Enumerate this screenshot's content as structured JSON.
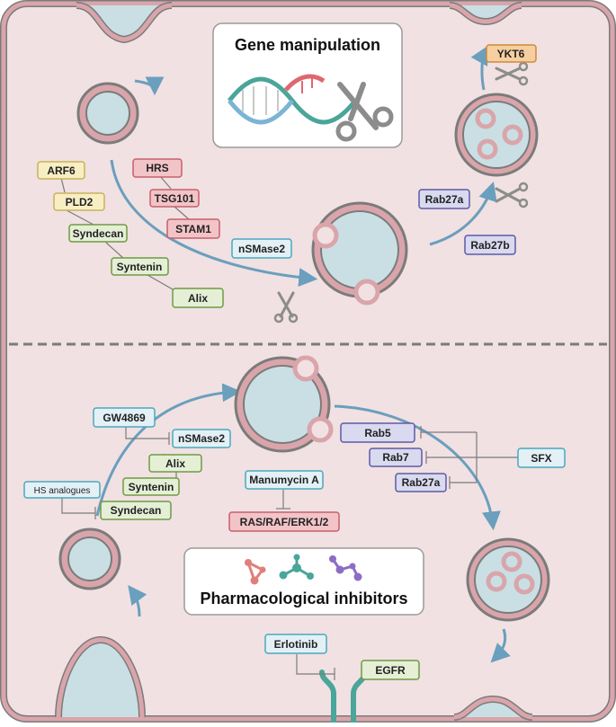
{
  "top_panel": {
    "title": "Gene manipulation",
    "labels": {
      "arf6": "ARF6",
      "pld2": "PLD2",
      "syndecan": "Syndecan",
      "syntenin": "Syntenin",
      "alix": "Alix",
      "hrs": "HRS",
      "tsg101": "TSG101",
      "stam1": "STAM1",
      "nsmase2": "nSMase2",
      "rab27a": "Rab27a",
      "rab27b": "Rab27b",
      "ykt6": "YKT6"
    }
  },
  "bottom_panel": {
    "title": "Pharmacological inhibitors",
    "labels": {
      "gw4869": "GW4869",
      "nsmase2": "nSMase2",
      "alix": "Alix",
      "syntenin": "Syntenin",
      "syndecan": "Syndecan",
      "hs_analogues": "HS analogues",
      "manumycin": "Manumycin A",
      "ras": "RAS/RAF/ERK1/2",
      "rab5": "Rab5",
      "rab7": "Rab7",
      "rab27a": "Rab27a",
      "sfx": "SFX",
      "erlotinib": "Erlotinib",
      "egfr": "EGFR"
    }
  },
  "colors": {
    "cell_fill": "#f1e1e2",
    "membrane": "#d9a5ab",
    "membrane_dark": "#7b7b7b",
    "vesicle_fill": "#c9dfe4",
    "arrow": "#6a9fbd",
    "yellow_fill": "#f7eec4",
    "yellow_stroke": "#c9b25a",
    "red_fill": "#f2c4c8",
    "red_stroke": "#c5606b",
    "green_fill": "#e5efd6",
    "green_stroke": "#6f9a44",
    "blue_fill": "#e3f1f6",
    "blue_stroke": "#4ba7bd",
    "purple_fill": "#d9d9ef",
    "purple_stroke": "#5d5aa7",
    "orange_fill": "#f5cfa0",
    "orange_stroke": "#cf8a39"
  }
}
